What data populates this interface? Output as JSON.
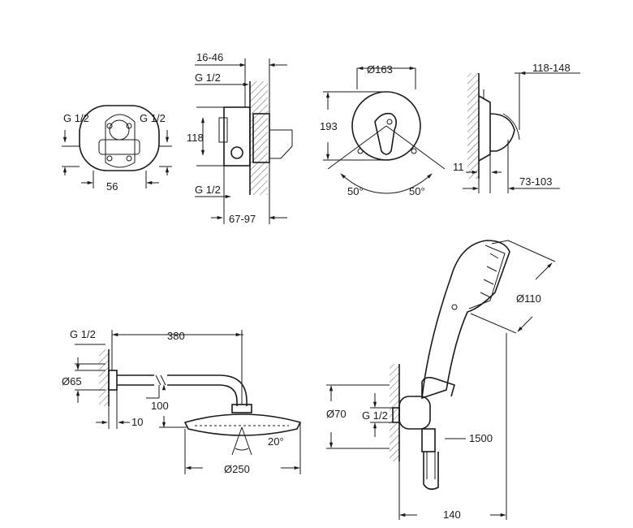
{
  "dims": {
    "g_half_left": "G 1/2",
    "g_half_right": "G 1/2",
    "w56": "56",
    "d16_46": "16-46",
    "g_half_valve_top": "G 1/2",
    "h118": "118",
    "g_half_valve_bottom": "G 1/2",
    "d67_97": "67-97",
    "dia163": "Ø163",
    "h193": "193",
    "a50_left": "50°",
    "a50_right": "50°",
    "d118_148": "118-148",
    "d11": "11",
    "d73_103": "73-103",
    "g_half_arm": "G 1/2",
    "l380": "380",
    "dia65": "Ø65",
    "h100": "100",
    "d10": "10",
    "a20": "20°",
    "dia250": "Ø250",
    "dia110": "Ø110",
    "dia70": "Ø70",
    "g_half_elbow": "G 1/2",
    "l1500": "1500",
    "w140": "140"
  }
}
